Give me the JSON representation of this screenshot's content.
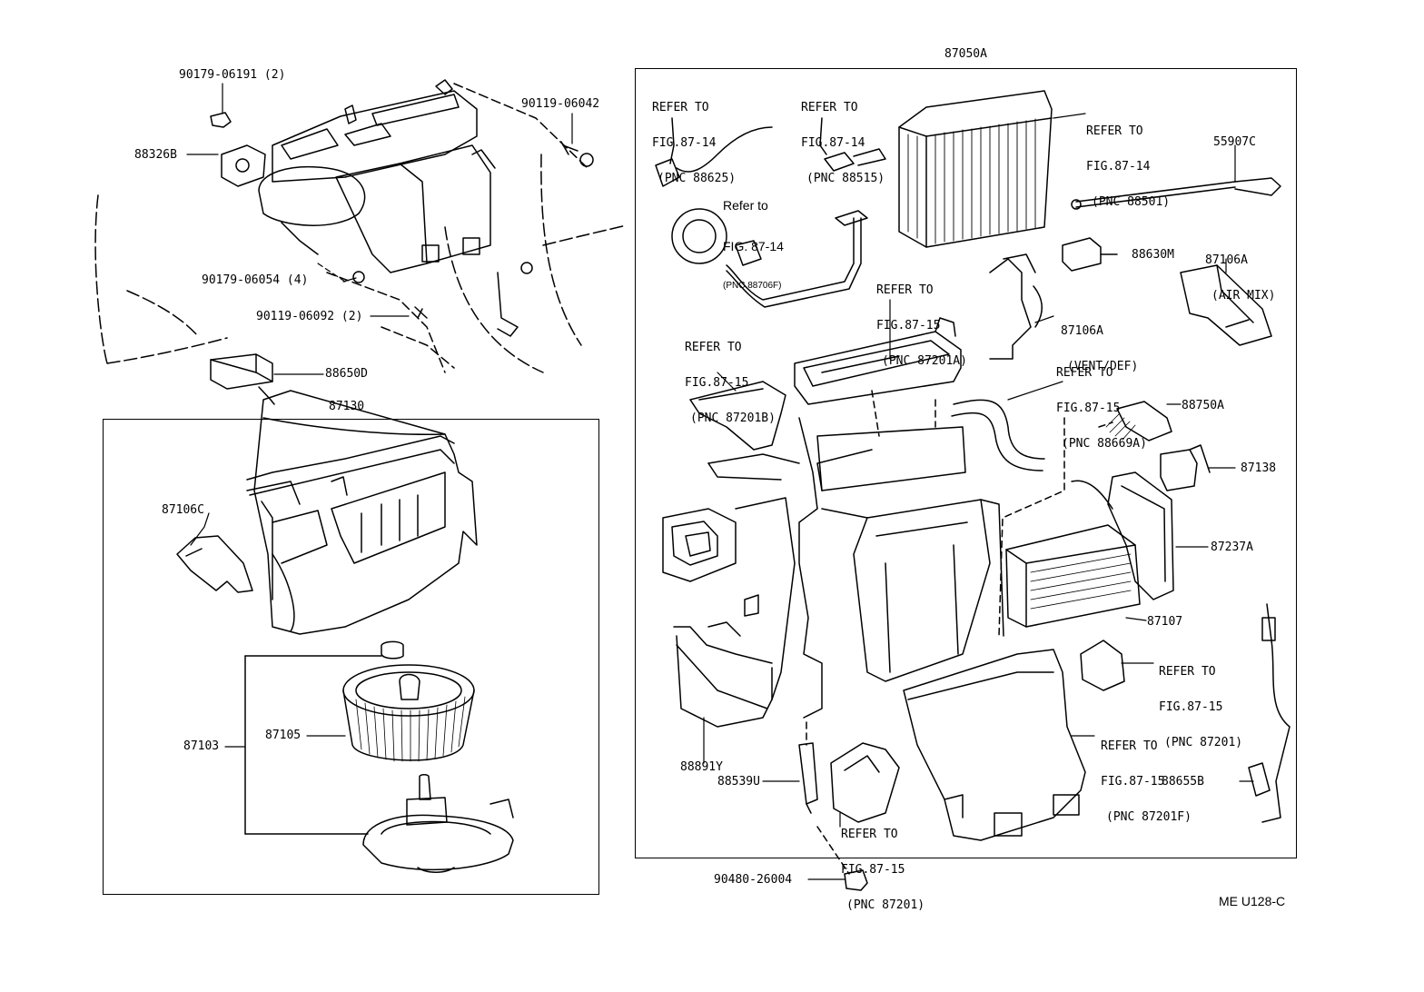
{
  "drawing_id": "ME U128-C",
  "assembly_labels": {
    "unit_assembly": "87050A",
    "blower_assembly": "87130"
  },
  "part_labels": {
    "p_90179_06191": "90179-06191 (2)",
    "p_88326b": "88326B",
    "p_90119_06042": "90119-06042",
    "p_90179_06054": "90179-06054 (4)",
    "p_90119_06092": "90119-06092 (2)",
    "p_88650d": "88650D",
    "p_87106c": "87106C",
    "p_87103": "87103",
    "p_87105": "87105",
    "p_55907c": "55907C",
    "p_88630m": "88630M",
    "p_87106a_air_line1": "87106A",
    "p_87106a_air_line2": "(AIR MIX)",
    "p_87106a_vent_line1": "87106A",
    "p_87106a_vent_line2": "(VENT/DEF)",
    "p_88750a": "88750A",
    "p_87138": "87138",
    "p_87237a": "87237A",
    "p_87107": "87107",
    "p_88891y": "88891Y",
    "p_88539u": "88539U",
    "p_88655b": "88655B",
    "p_90480_26004": "90480-26004"
  },
  "references": {
    "r1": [
      "REFER TO",
      "FIG.87-14",
      "(PNC 88625)"
    ],
    "r2": [
      "REFER TO",
      "FIG.87-14",
      "(PNC 88515)"
    ],
    "r3": [
      "REFER TO",
      "FIG.87-14",
      "(PNC 88501)"
    ],
    "r4": [
      "Refer to",
      "FIG. 87-14",
      "(PNC 88706F)"
    ],
    "r5": [
      "REFER TO",
      "FIG.87-15",
      "(PNC 87201A)"
    ],
    "r6": [
      "REFER TO",
      "FIG.87-15",
      "(PNC 87201B)"
    ],
    "r7": [
      "REFER TO",
      "FIG.87-15",
      "(PNC 88669A)"
    ],
    "r8": [
      "REFER TO",
      "FIG.87-15",
      "(PNC 87201)"
    ],
    "r9": [
      "REFER TO",
      "FIG.87-15",
      "(PNC 87201F)"
    ],
    "r10": [
      "REFER TO",
      "FIG.87-15",
      "(PNC 87201)"
    ]
  },
  "colors": {
    "ink": "#000000",
    "paper": "#ffffff"
  }
}
